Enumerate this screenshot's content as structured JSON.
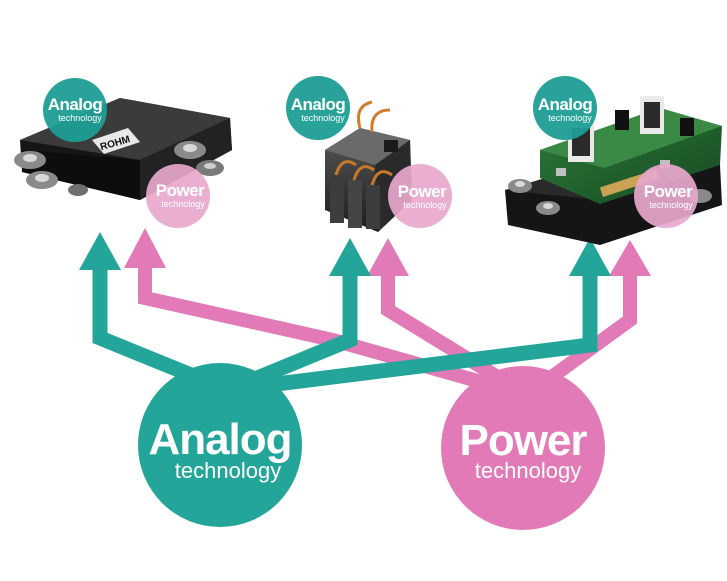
{
  "colors": {
    "analog": "#23a59a",
    "power": "#e27ab7",
    "analog_badge": "#1e9e94",
    "power_badge": "#e8a7cd"
  },
  "hubs": {
    "analog": {
      "title": "Analog",
      "subtitle": "technology"
    },
    "power": {
      "title": "Power",
      "subtitle": "technology"
    }
  },
  "products": [
    {
      "image": "module-icon",
      "logo_text": "ROHM",
      "analog_badge": {
        "title": "Analog",
        "subtitle": "technology"
      },
      "power_badge": {
        "title": "Power",
        "subtitle": "technology"
      }
    },
    {
      "image": "cube-module-icon",
      "analog_badge": {
        "title": "Analog",
        "subtitle": "technology"
      },
      "power_badge": {
        "title": "Power",
        "subtitle": "technology"
      }
    },
    {
      "image": "circuit-board-icon",
      "analog_badge": {
        "title": "Analog",
        "subtitle": "technology"
      },
      "power_badge": {
        "title": "Power",
        "subtitle": "technology"
      }
    }
  ]
}
